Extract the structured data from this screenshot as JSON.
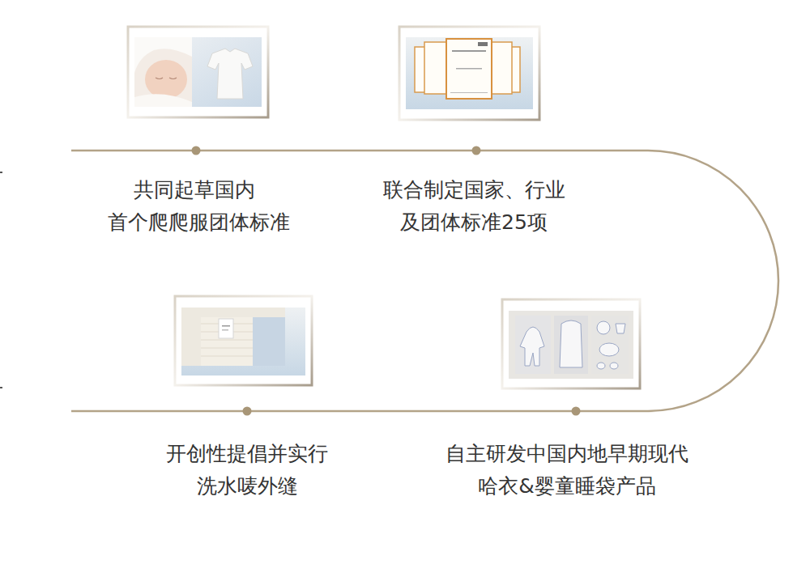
{
  "diagram": {
    "labels": [
      "共同起草国内 首个爬爬服团体标准",
      "联合制定国家、行业 及团体标准25项",
      "开创性提倡并实行 洗水唛外缝",
      "自主研发中国内地早期现代 哈衣&婴童睡袋产品"
    ]
  }
}
